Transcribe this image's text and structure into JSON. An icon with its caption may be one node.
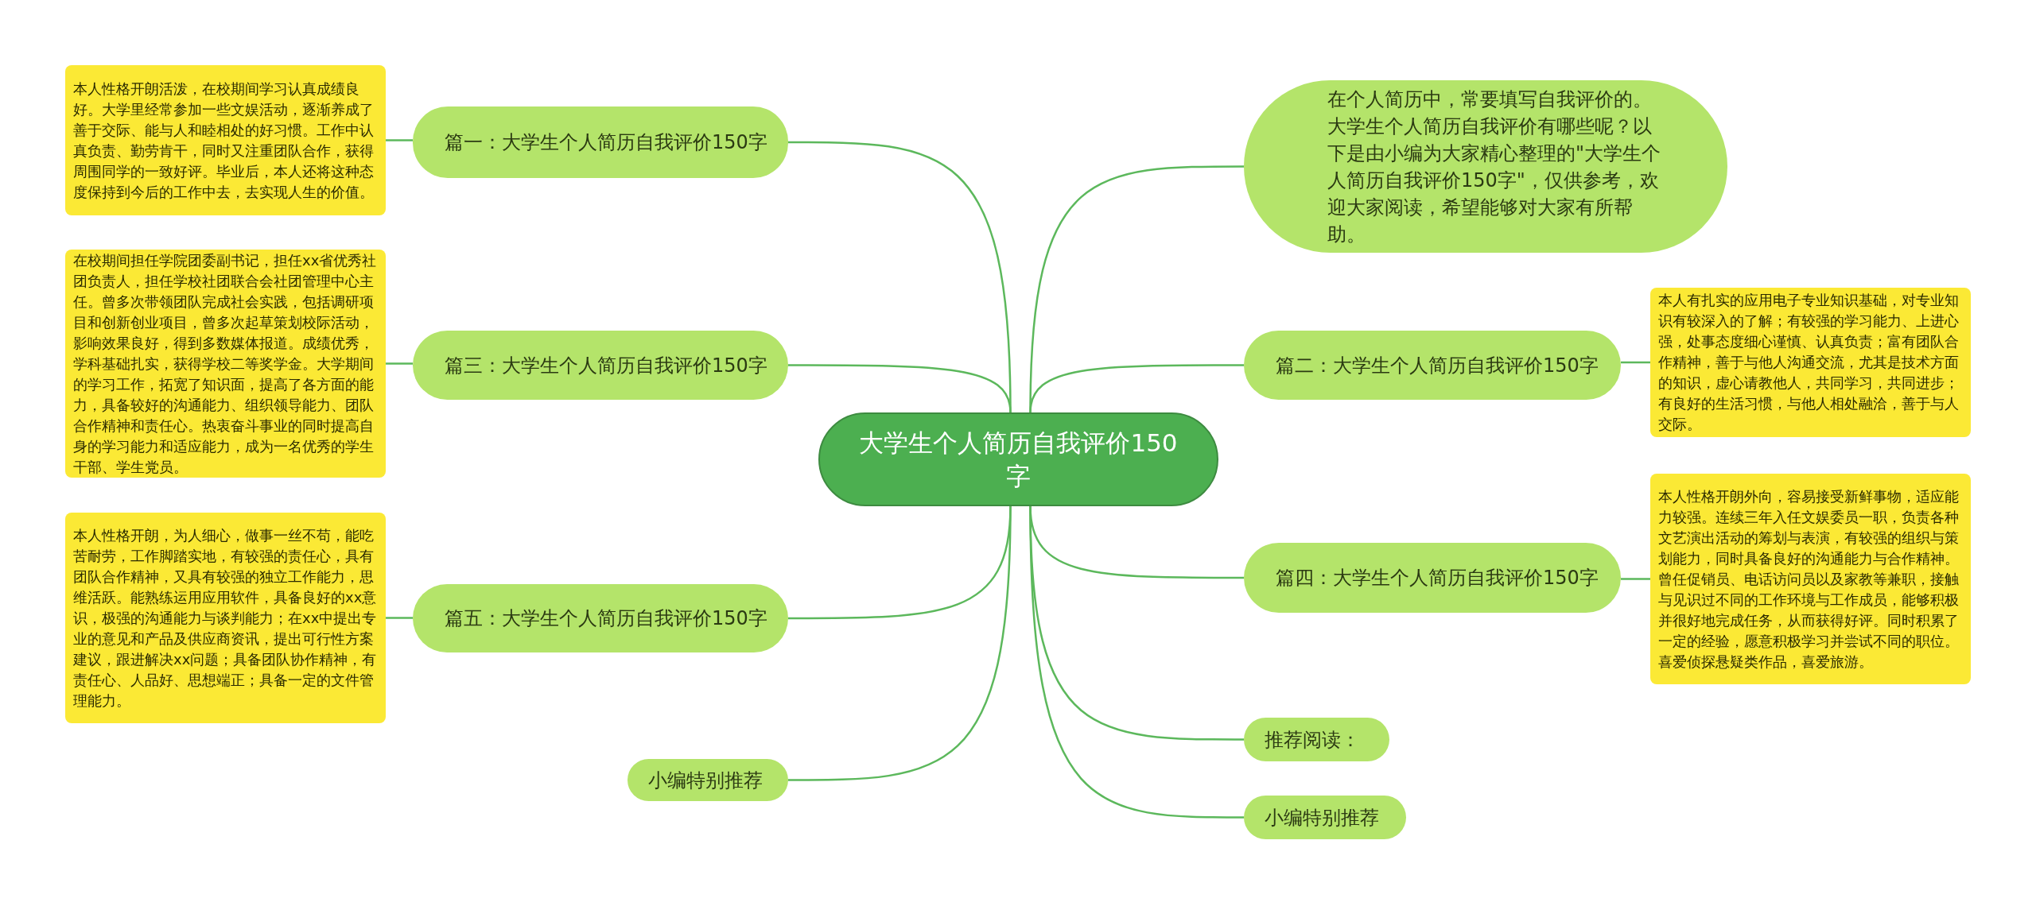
{
  "diagram": {
    "nodes": [
      {
        "text": [
          "大学生个人简历自我评价150字"
        ]
      },
      {
        "text": [
          "篇一：大学生个人简历自我评价150字"
        ]
      },
      {
        "text": [
          "本人性格开朗活泼，在校期间学习认真成绩良好。大学里经常参加一些文娱活动，逐渐养成了善于交际、能与人和睦相处的好习惯。工作中认真负责、勤劳肯干，同时又注重团队合作，获得周围同学的一致好评。毕业后，本人还将这种态度保持到今后的工作中去，去实现人生的价值。"
        ]
      },
      {
        "text": [
          "篇三：大学生个人简历自我评价150字"
        ]
      },
      {
        "text": [
          "在校期间担任学院团委副书记，担任xx省优秀社团负责人，担任学校社团联合会社团管理中心主任。曾多次带领团队完成社会实践，包括调研项目和创新创业项目，曾多次起草策划校际活动，影响效果良好，得到多数媒体报道。成绩优秀，学科基础扎实，获得学校二等奖学金。大学期间的学习工作，拓宽了知识面，提高了各方面的能力，具备较好的沟通能力、组织领导能力、团队合作精神和责任心。热衷奋斗事业的同时提高自身的学习能力和适应能力，成为一名优秀的学生干部、学生党员。"
        ]
      },
      {
        "text": [
          "篇五：大学生个人简历自我评价150字"
        ]
      },
      {
        "text": [
          "本人性格开朗，为人细心，做事一丝不苟，能吃苦耐劳，工作脚踏实地，有较强的责任心，具有团队合作精神，又具有较强的独立工作能力，思维活跃。能熟练运用应用软件，具备良好的xx意识，极强的沟通能力与谈判能力；在xx中提出专业的意见和产品及供应商资讯，提出可行性方案建议，跟进解决xx问题；具备团队协作精神，有责任心、人品好、思想端正；具备一定的文件管理能力。"
        ]
      },
      {
        "text": [
          "小编特别推荐"
        ]
      },
      {
        "text": [
          "在个人简历中，常要填写自我评价的。大学生个人简历自我评价有哪些呢？以下是由小编为大家精心整理的\"大学生个人简历自我评价150字\"，仅供参考，欢迎大家阅读，希望能够对大家有所帮助。"
        ]
      },
      {
        "text": [
          "篇二：大学生个人简历自我评价150字"
        ]
      },
      {
        "text": [
          "本人有扎实的应用电子专业知识基础，对专业知识有较深入的了解；有较强的学习能力、上进心强，处事态度细心谨慎、认真负责；富有团队合作精神，善于与他人沟通交流，尤其是技术方面的知识，虚心请教他人，共同学习，共同进步；有良好的生活习惯，与他人相处融洽，善于与人交际。"
        ]
      },
      {
        "text": [
          "篇四：大学生个人简历自我评价150字"
        ]
      },
      {
        "text": [
          "本人性格开朗外向，容易接受新鲜事物，适应能力较强。连续三年入任文娱委员一职，负责各种文艺演出活动的筹划与表演，有较强的组织与策划能力，同时具备良好的沟通能力与合作精神。曾任促销员、电话访问员以及家教等兼职，接触与见识过不同的工作环境与工作成员，能够积极并很好地完成任务，从而获得好评。同时积累了一定的经验，愿意积极学习并尝试不同的职位。喜爱侦探悬疑类作品，喜爱旅游。"
        ]
      },
      {
        "text": [
          "推荐阅读："
        ]
      },
      {
        "text": [
          "小编特别推荐"
        ]
      }
    ],
    "edges": [
      {
        "from": 0,
        "to": 1,
        "arrow": "none"
      },
      {
        "from": 1,
        "to": 2,
        "arrow": "none"
      },
      {
        "from": 0,
        "to": 3,
        "arrow": "none"
      },
      {
        "from": 3,
        "to": 4,
        "arrow": "none"
      },
      {
        "from": 0,
        "to": 5,
        "arrow": "none"
      },
      {
        "from": 5,
        "to": 6,
        "arrow": "none"
      },
      {
        "from": 0,
        "to": 7,
        "arrow": "none"
      },
      {
        "from": 0,
        "to": 8,
        "arrow": "none"
      },
      {
        "from": 0,
        "to": 9,
        "arrow": "none"
      },
      {
        "from": 9,
        "to": 10,
        "arrow": "none"
      },
      {
        "from": 0,
        "to": 11,
        "arrow": "none"
      },
      {
        "from": 11,
        "to": 12,
        "arrow": "none"
      },
      {
        "from": 0,
        "to": 13,
        "arrow": "none"
      },
      {
        "from": 0,
        "to": 14,
        "arrow": "none"
      }
    ]
  }
}
